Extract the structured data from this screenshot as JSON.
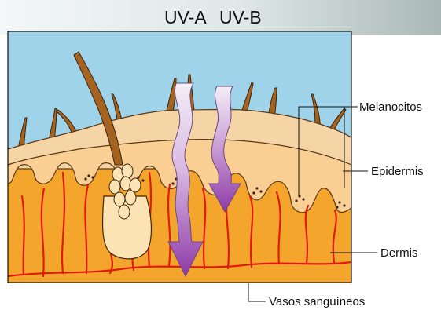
{
  "title": {
    "uva": "UV-A",
    "uvb": "UV-B"
  },
  "labels": {
    "melanocitos": "Melanocitos",
    "epidermis": "Epidermis",
    "dermis": "Dermis",
    "vasos": "Vasos sanguíneos"
  },
  "colors": {
    "sky": "#9fd3ea",
    "header_left": "#f3f7f7",
    "header_right": "#a9b8b7",
    "epidermis_top": "#f5d5a6",
    "epidermis_inner": "#f9cf93",
    "dermis": "#f3a52c",
    "vessels": "#e11a0c",
    "hair": "#a5631f",
    "gland": "#fbe3b4",
    "arrow_light": "#f3eef6",
    "arrow_dark": "#8e3aa6",
    "melanin_dots": "#3b2414"
  }
}
